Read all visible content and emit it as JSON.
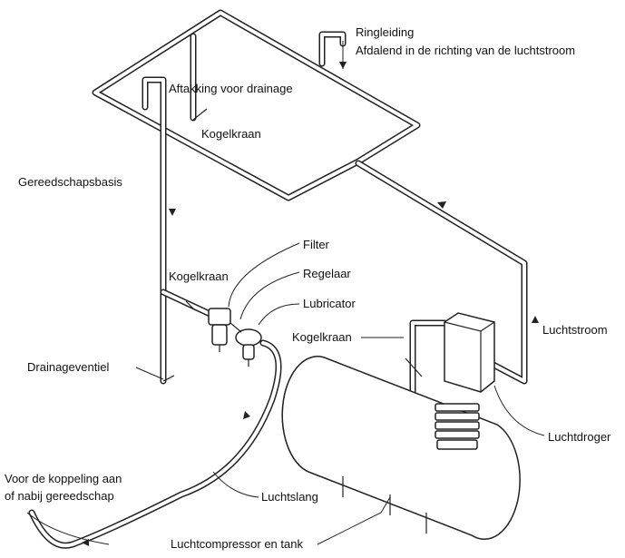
{
  "labels": {
    "ringleiding": "Ringleiding",
    "afdalend": "Afdalend in de richting van de luchtstroom",
    "aftakking": "Aftakking voor drainage",
    "kogelkraan_top": "Kogelkraan",
    "gereedschapsbasis": "Gereedschapsbasis",
    "filter": "Filter",
    "kogelkraan_mid": "Kogelkraan",
    "regelaar": "Regelaar",
    "lubricator": "Lubricator",
    "kogelkraan_tank": "Kogelkraan",
    "luchtstroom": "Luchtstroom",
    "drainageventiel": "Drainageventiel",
    "luchtdroger": "Luchtdroger",
    "voor_koppeling_1": "Voor de koppeling aan",
    "voor_koppeling_2": "of nabij gereedschap",
    "luchtslang": "Luchtslang",
    "compressor": "Luchtcompressor en tank"
  },
  "icons": [
    "airflow-arrow-icon",
    "ball-valve-icon"
  ]
}
